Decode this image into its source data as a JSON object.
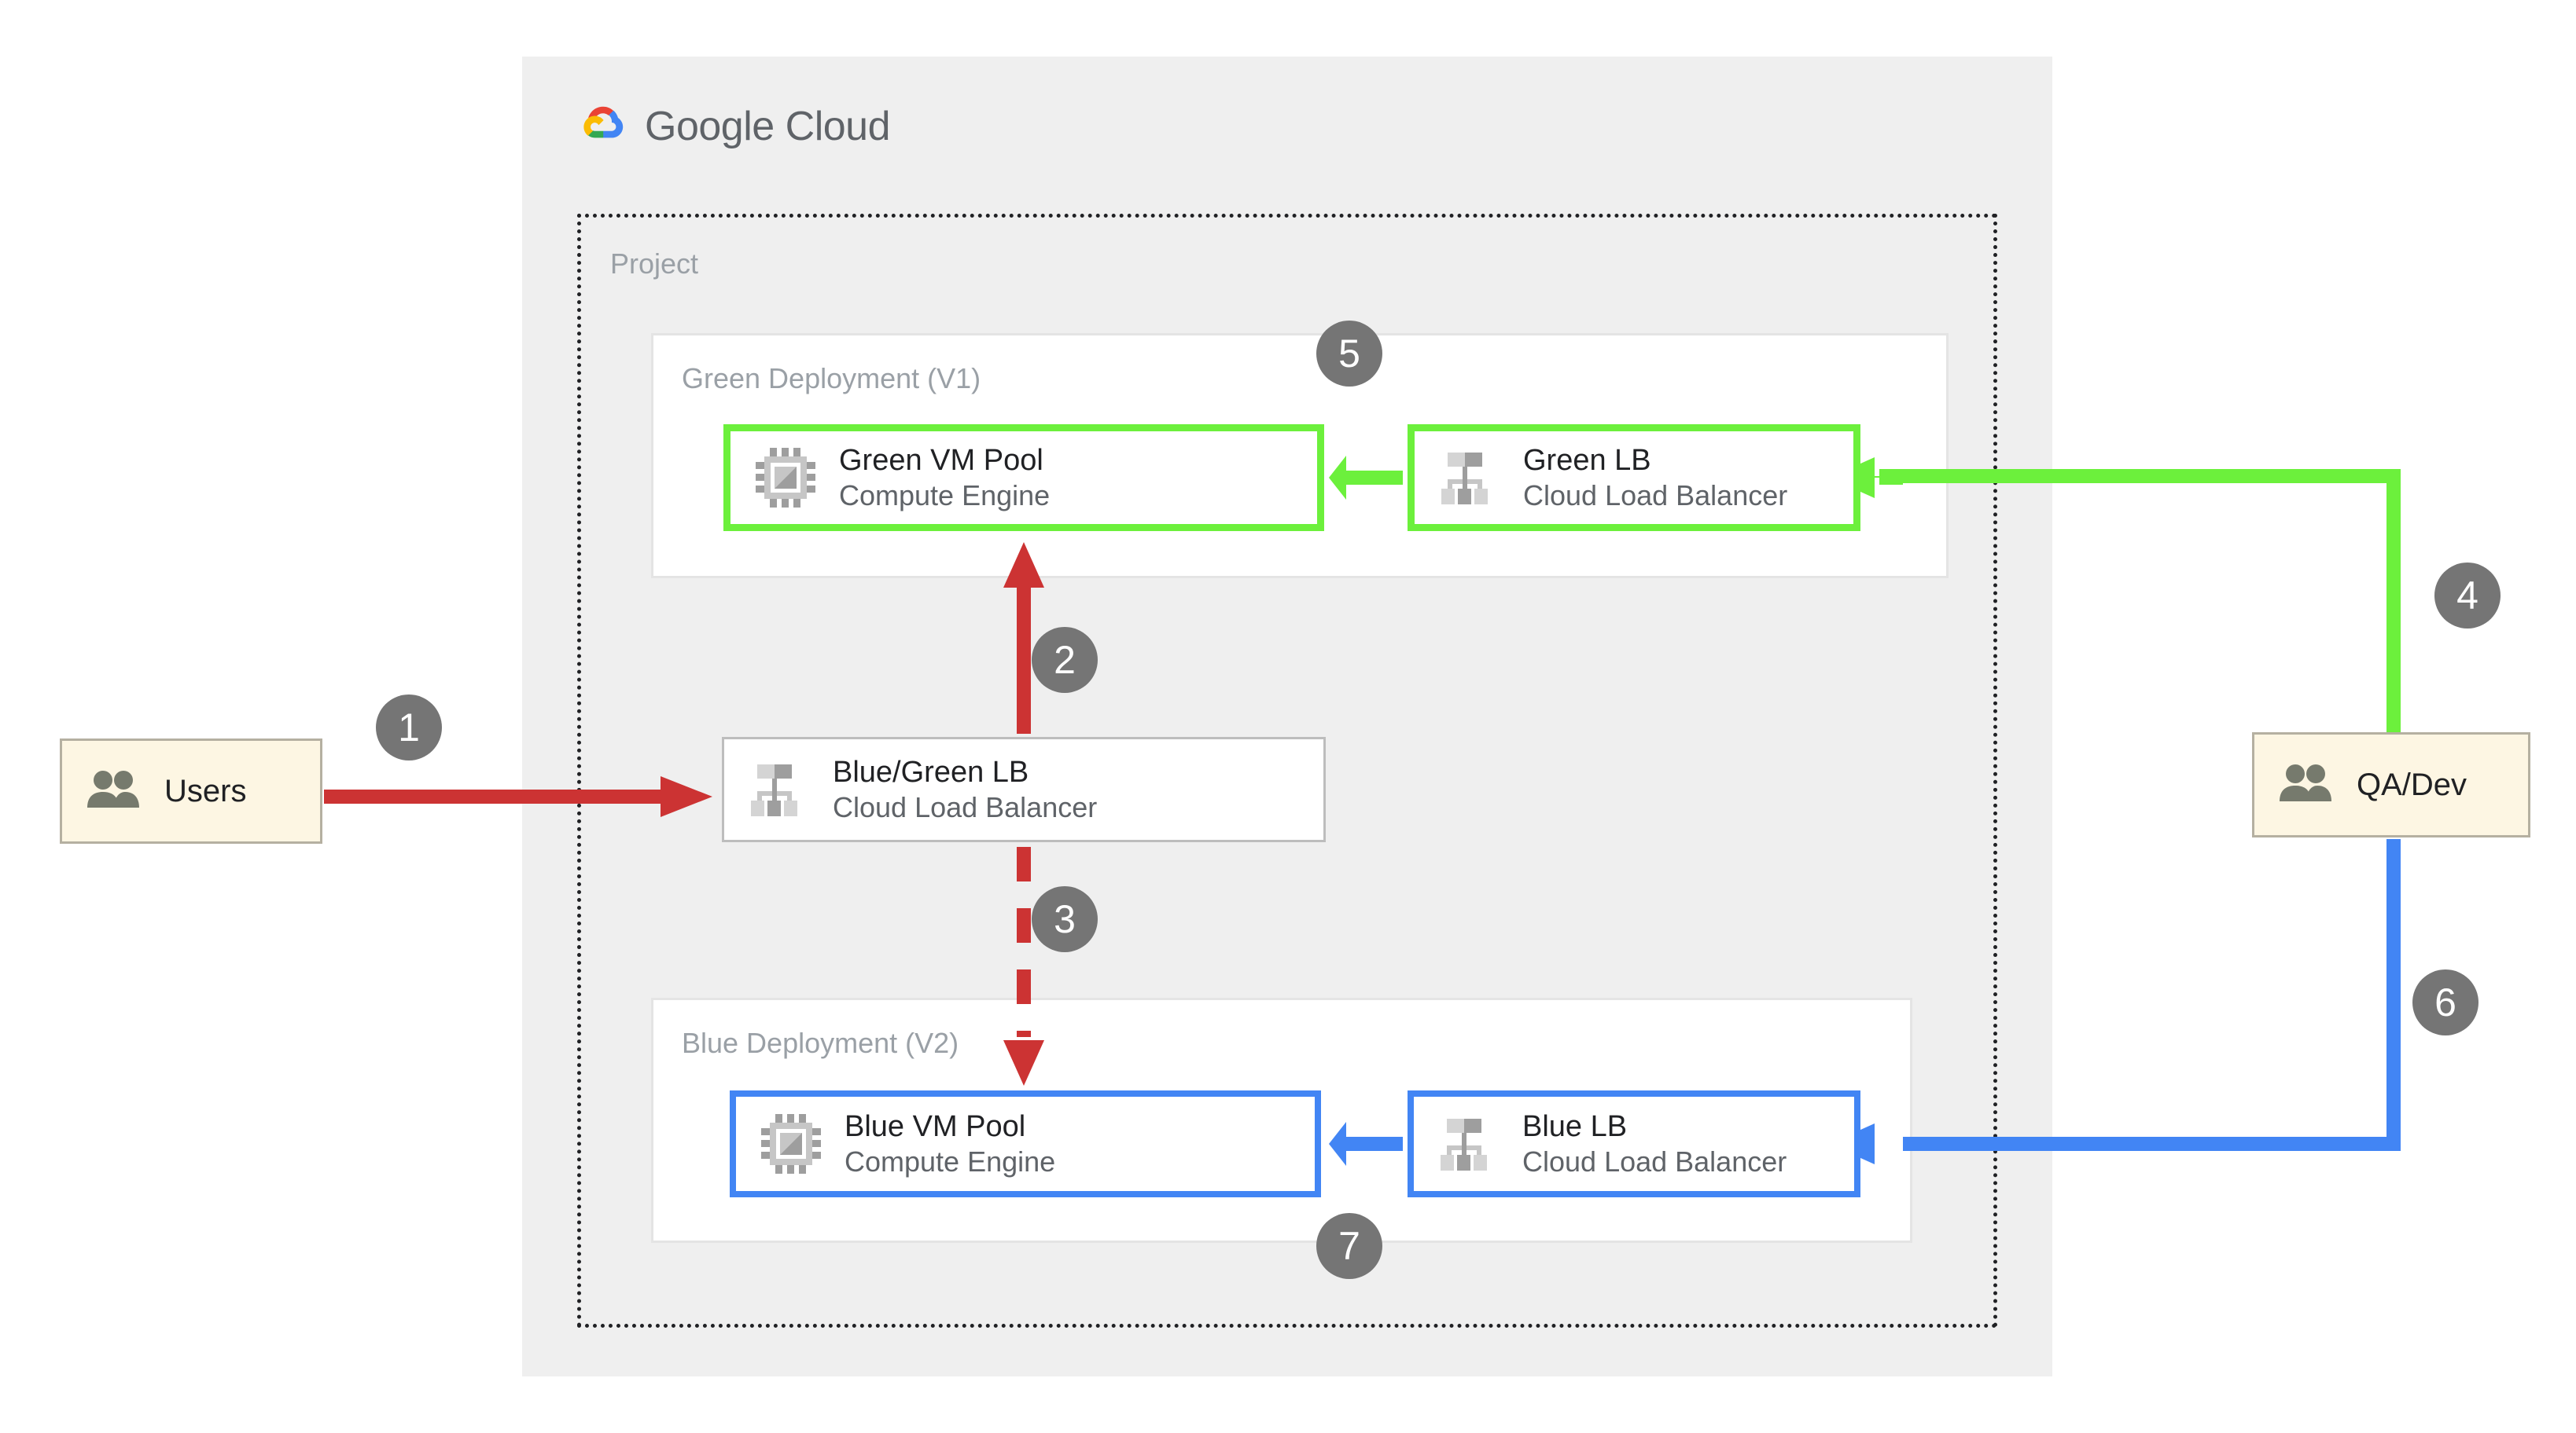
{
  "brand": {
    "name_bold": "Google",
    "name_light": "Cloud",
    "logo_icon": "google-cloud-logo-icon",
    "colors": {
      "red": "#ea4335",
      "yellow": "#fbbc04",
      "green": "#34a853",
      "blue": "#4285f4"
    }
  },
  "container": {
    "project_label": "Project",
    "background": "#efefef"
  },
  "deployments": [
    {
      "id": "green",
      "label": "Green Deployment (V1)",
      "accent": "#6cf03c",
      "nodes": [
        {
          "id": "green-vm-pool",
          "title": "Green VM Pool",
          "subtitle": "Compute Engine",
          "icon": "cpu-chip-icon"
        },
        {
          "id": "green-lb",
          "title": "Green LB",
          "subtitle": "Cloud Load Balancer",
          "icon": "load-balancer-icon"
        }
      ]
    },
    {
      "id": "blue",
      "label": "Blue Deployment (V2)",
      "accent": "#4285f4",
      "nodes": [
        {
          "id": "blue-vm-pool",
          "title": "Blue VM Pool",
          "subtitle": "Compute Engine",
          "icon": "cpu-chip-icon"
        },
        {
          "id": "blue-lb",
          "title": "Blue LB",
          "subtitle": "Cloud Load Balancer",
          "icon": "load-balancer-icon"
        }
      ]
    }
  ],
  "router": {
    "id": "bluegreen-lb",
    "title": "Blue/Green LB",
    "subtitle": "Cloud Load Balancer",
    "icon": "load-balancer-icon"
  },
  "actors": [
    {
      "id": "users",
      "label": "Users",
      "icon": "people-icon",
      "fill": "#fdf6e3"
    },
    {
      "id": "qa-dev",
      "label": "QA/Dev",
      "icon": "people-icon",
      "fill": "#fdf6e3"
    }
  ],
  "steps": [
    {
      "number": "1",
      "color": "#757575"
    },
    {
      "number": "2",
      "color": "#757575"
    },
    {
      "number": "3",
      "color": "#757575"
    },
    {
      "number": "4",
      "color": "#757575"
    },
    {
      "number": "5",
      "color": "#757575"
    },
    {
      "number": "6",
      "color": "#757575"
    },
    {
      "number": "7",
      "color": "#757575"
    }
  ],
  "flows": {
    "red": "#cc3333",
    "green": "#6cf03c",
    "blue": "#4285f4"
  }
}
